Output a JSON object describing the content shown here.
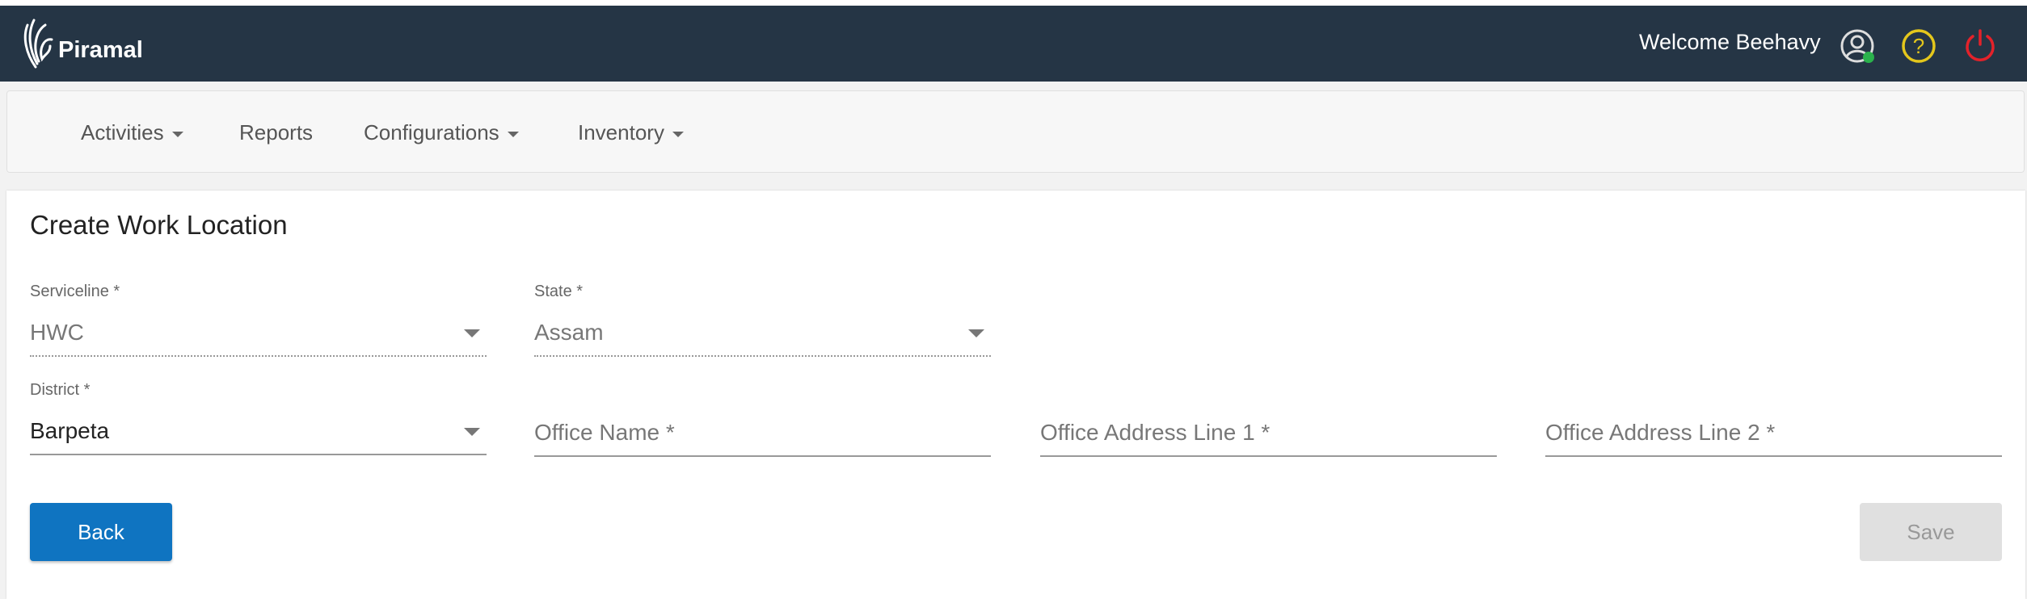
{
  "header": {
    "brand": "Piramal",
    "welcome": "Welcome Beehavy",
    "icons": [
      "user-profile-icon",
      "help-icon",
      "power-icon"
    ],
    "colors": {
      "bg": "#253545",
      "help": "#e4c71c",
      "power": "#e4222a",
      "online": "#2bb24c"
    }
  },
  "nav": {
    "items": [
      {
        "label": "Activities",
        "dropdown": true
      },
      {
        "label": "Reports",
        "dropdown": false
      },
      {
        "label": "Configurations",
        "dropdown": true
      },
      {
        "label": "Inventory",
        "dropdown": true
      }
    ]
  },
  "form": {
    "title": "Create Work Location",
    "serviceline": {
      "label": "Serviceline *",
      "value": "HWC"
    },
    "state": {
      "label": "State *",
      "value": "Assam"
    },
    "district": {
      "label": "District *",
      "value": "Barpeta"
    },
    "office_name": {
      "placeholder": "Office Name *"
    },
    "address1": {
      "placeholder": "Office Address Line 1 *"
    },
    "address2": {
      "placeholder": "Office Address Line 2 *"
    },
    "back_label": "Back",
    "save_label": "Save"
  }
}
